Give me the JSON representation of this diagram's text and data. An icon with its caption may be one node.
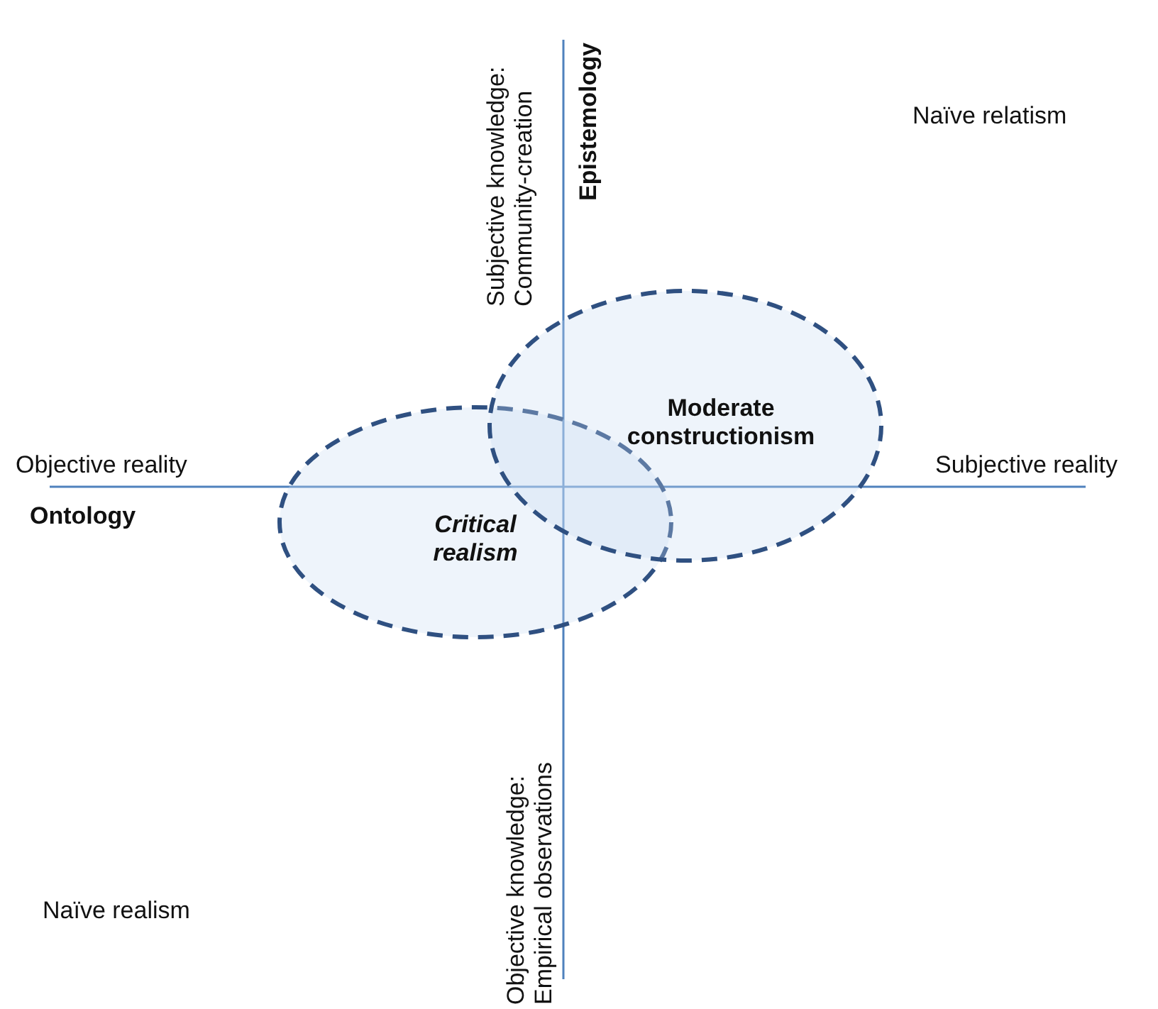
{
  "diagram": {
    "nodes": [
      {
        "text": [
          "Critical realism"
        ]
      },
      {
        "text": [
          "Moderate constructionism"
        ]
      }
    ],
    "labels": [
      "Epistemology",
      "Subjective knowledge: Community-creation",
      "Naïve relatism",
      "Objective reality",
      "Subjective reality",
      "Ontology",
      "Objective knowledge: Empirical observations",
      "Naïve realism"
    ]
  }
}
